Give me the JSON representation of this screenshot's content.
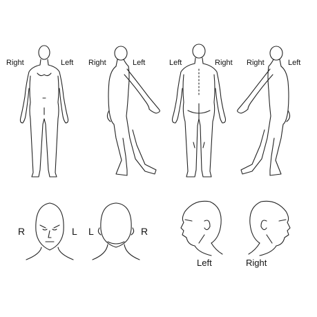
{
  "body_views": [
    {
      "view": "front",
      "label_a": "Right",
      "label_b": "Left"
    },
    {
      "view": "right-side",
      "label_a": "Right",
      "label_b": "Left"
    },
    {
      "view": "back",
      "label_a": "Left",
      "label_b": "Right"
    },
    {
      "view": "left-side",
      "label_a": "Right",
      "label_b": "Left"
    }
  ],
  "head_views": [
    {
      "view": "head-front",
      "label_a": "R",
      "label_b": "L"
    },
    {
      "view": "head-back",
      "label_a": "L",
      "label_b": "R"
    },
    {
      "view": "head-left",
      "label": "Left"
    },
    {
      "view": "head-right",
      "label": "Right"
    }
  ],
  "colors": {
    "line": "#222222",
    "text": "#111111",
    "background": "#ffffff"
  }
}
